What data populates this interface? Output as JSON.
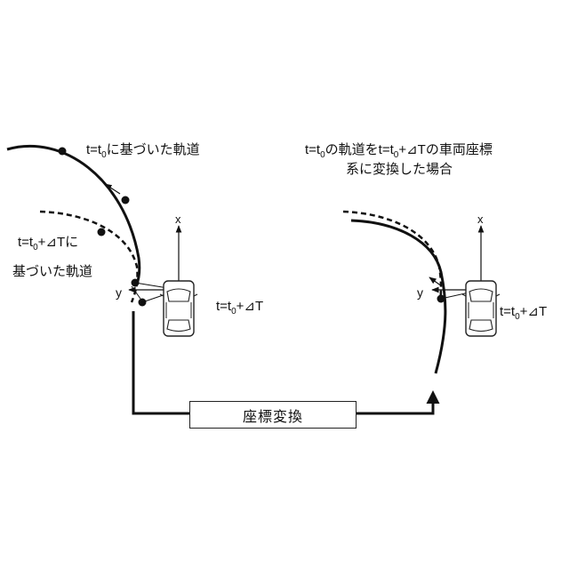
{
  "left": {
    "label_original": {
      "pre": "t=t",
      "sub": "0",
      "post": "に基づいた軌道"
    },
    "label_delta_line1": {
      "pre": "t=t",
      "sub": "0",
      "post": "+⊿Tに"
    },
    "label_delta_line2": "基づいた軌道",
    "time_label": {
      "pre": "t=t",
      "sub": "0",
      "post": "+⊿T"
    },
    "axis_x": "x",
    "axis_y": "y"
  },
  "right": {
    "title_line1": {
      "pre": "t=t",
      "sub": "0",
      "mid": "の軌道をt=t",
      "sub2": "0",
      "post": "+⊿Tの車両座標"
    },
    "title_line2": "系に変換した場合",
    "time_label": {
      "pre": "t=t",
      "sub": "0",
      "post": "+⊿T"
    },
    "axis_x": "x",
    "axis_y": "y"
  },
  "transform_box": "座標変換"
}
